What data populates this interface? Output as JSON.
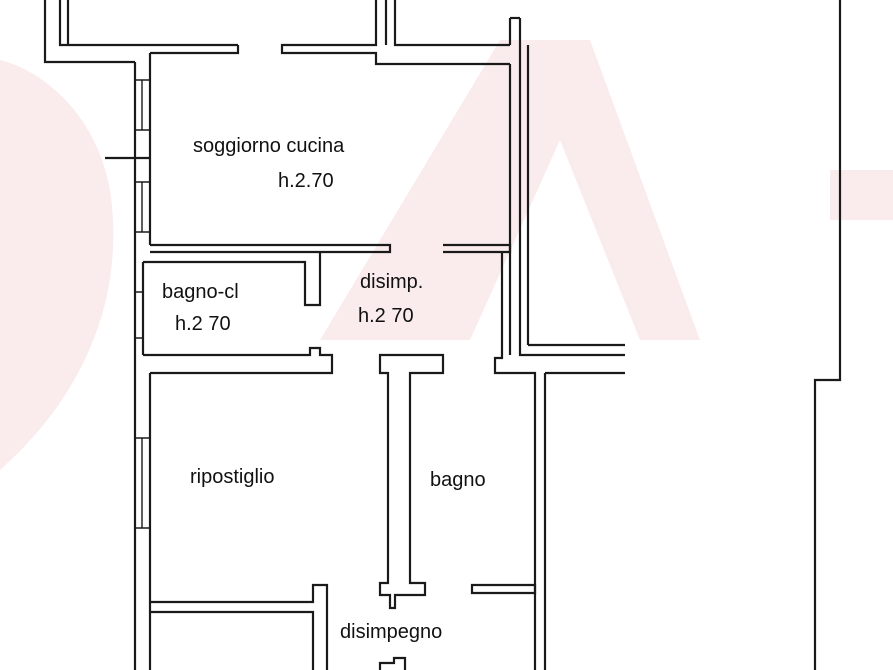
{
  "floorplan": {
    "rooms": {
      "soggiorno": {
        "name": "soggiorno cucina",
        "height": "h.2.70"
      },
      "bagno_cl": {
        "name": "bagno-cl",
        "height": "h.2 70"
      },
      "disimp": {
        "name": "disimp.",
        "height": "h.2 70"
      },
      "ripostiglio": {
        "name": "ripostiglio"
      },
      "bagno": {
        "name": "bagno"
      },
      "disimpegno": {
        "name": "disimpegno"
      }
    }
  },
  "colors": {
    "watermark": "#f6dcdc",
    "wall": "#1a1a1a",
    "background": "#ffffff"
  }
}
